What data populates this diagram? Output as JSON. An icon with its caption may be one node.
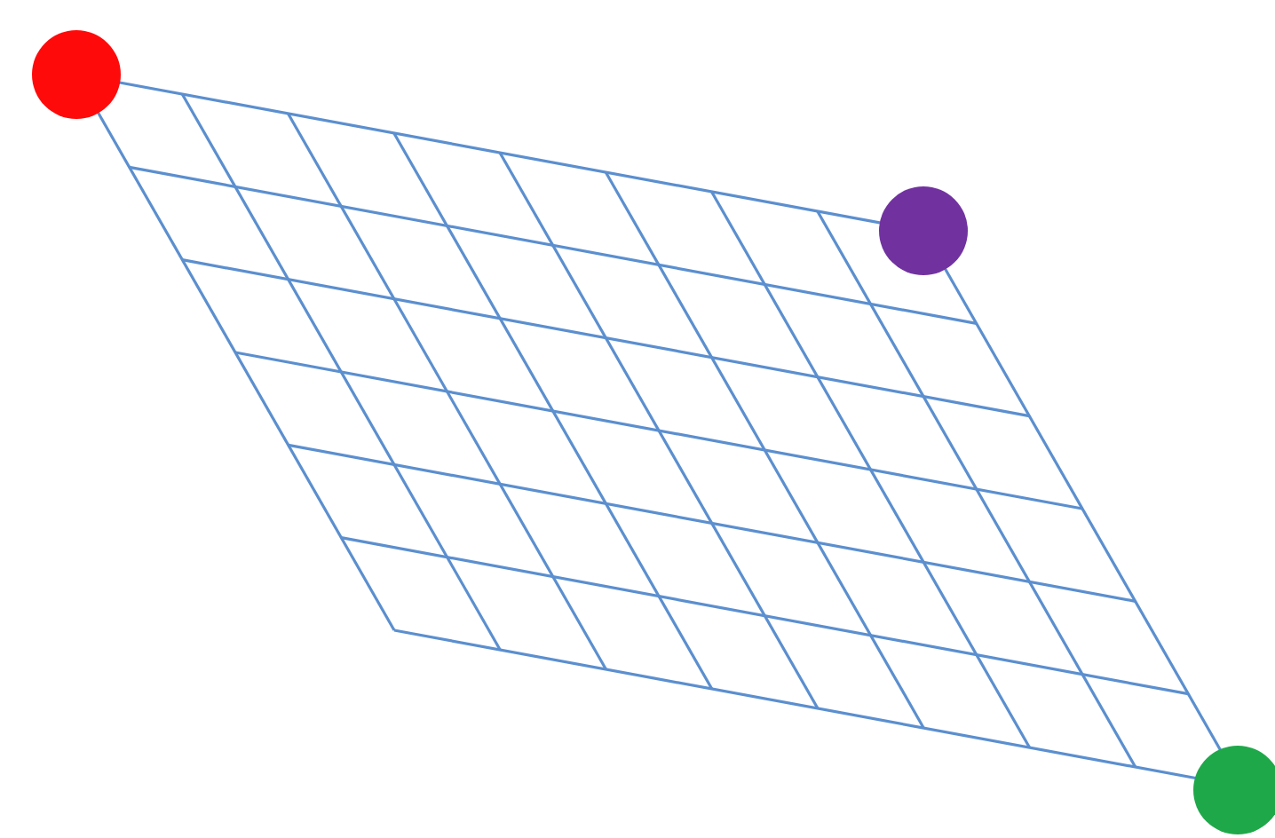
{
  "diagram": {
    "nodes": [
      {
        "text": [],
        "shape": "circle"
      },
      {
        "text": [],
        "shape": "circle"
      },
      {
        "text": [],
        "shape": "circle"
      }
    ]
  }
}
